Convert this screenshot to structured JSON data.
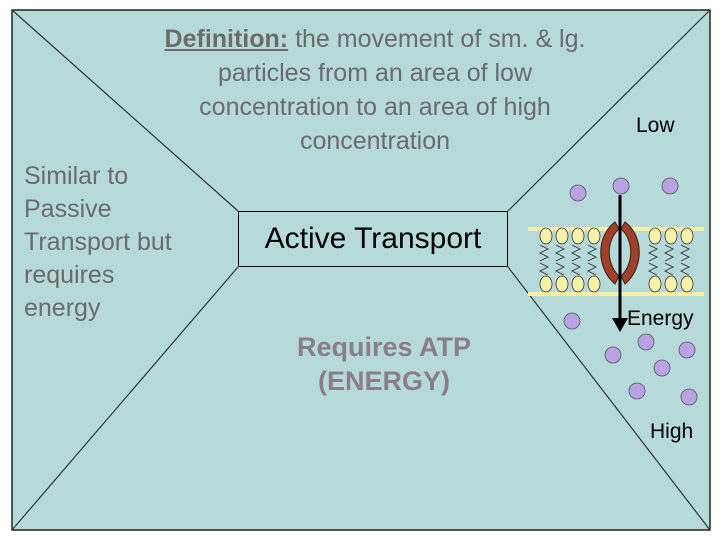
{
  "definition": {
    "label": "Definition:",
    "text": " the movement of sm. & lg. particles from an area of low concentration to an area of high concentration"
  },
  "similar_text": "Similar to Passive Transport but requires energy",
  "center_title": "Active Transport",
  "requires": {
    "line1": "Requires ATP",
    "line2": "(ENERGY)"
  },
  "labels": {
    "low": "Low",
    "energy": "Energy",
    "high": "High"
  },
  "colors": {
    "background": "#b6dada",
    "particle": "#b9a2e3",
    "phospholipid_head": "#f7f1a8",
    "protein_channel": "#a0402a",
    "gray_text": "#6b6b6b",
    "atp_text": "#8a7f86"
  }
}
